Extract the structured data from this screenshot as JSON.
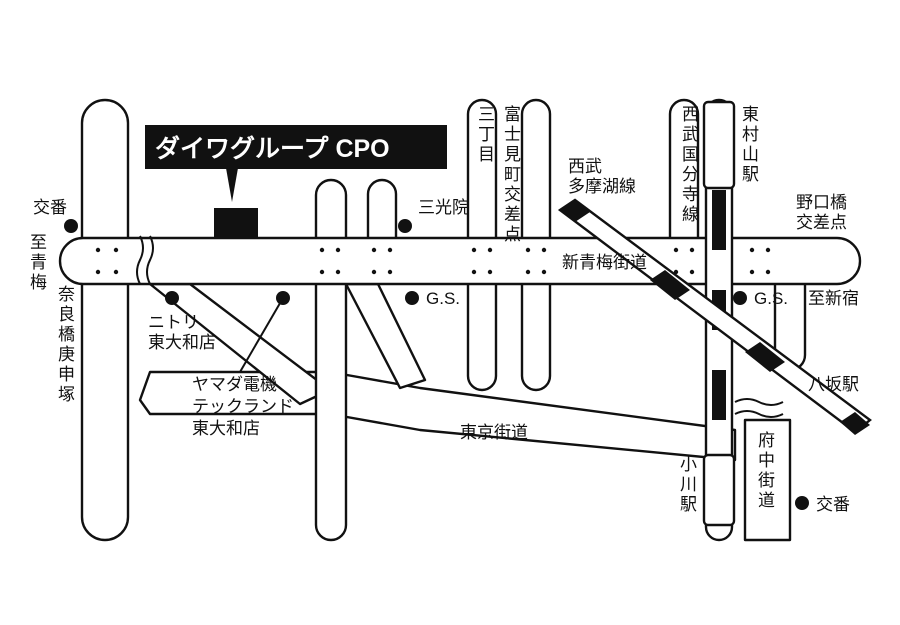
{
  "title": "ダイワグループ CPO",
  "roads": {
    "shin_ome": "新青梅街道",
    "tokyo": "東京街道",
    "fuchu": "府中街道",
    "nara_bashi": "奈良橋庚申塚",
    "fujimi": "富士見町交差点",
    "san_chome": "三丁目"
  },
  "directions": {
    "to_ome": "至青梅",
    "to_shinjuku": "至新宿"
  },
  "landmarks": {
    "koban_left": "交番",
    "koban_right": "交番",
    "sankoin": "三光院",
    "nitori": "ニトリ東大和店",
    "yamada": "ヤマダ電機テックランド東大和店",
    "gs1": "G.S.",
    "gs2": "G.S.",
    "noguchibashi": "野口橋交差点"
  },
  "rail": {
    "seibu_tamako": "西武多摩湖線",
    "seibu_kokubunji": "西武国分寺線"
  },
  "stations": {
    "higashimurayama": "東村山駅",
    "ogawa": "小川駅",
    "hachisaka": "八坂駅"
  },
  "colors": {
    "ink": "#111111",
    "paper": "#ffffff"
  }
}
